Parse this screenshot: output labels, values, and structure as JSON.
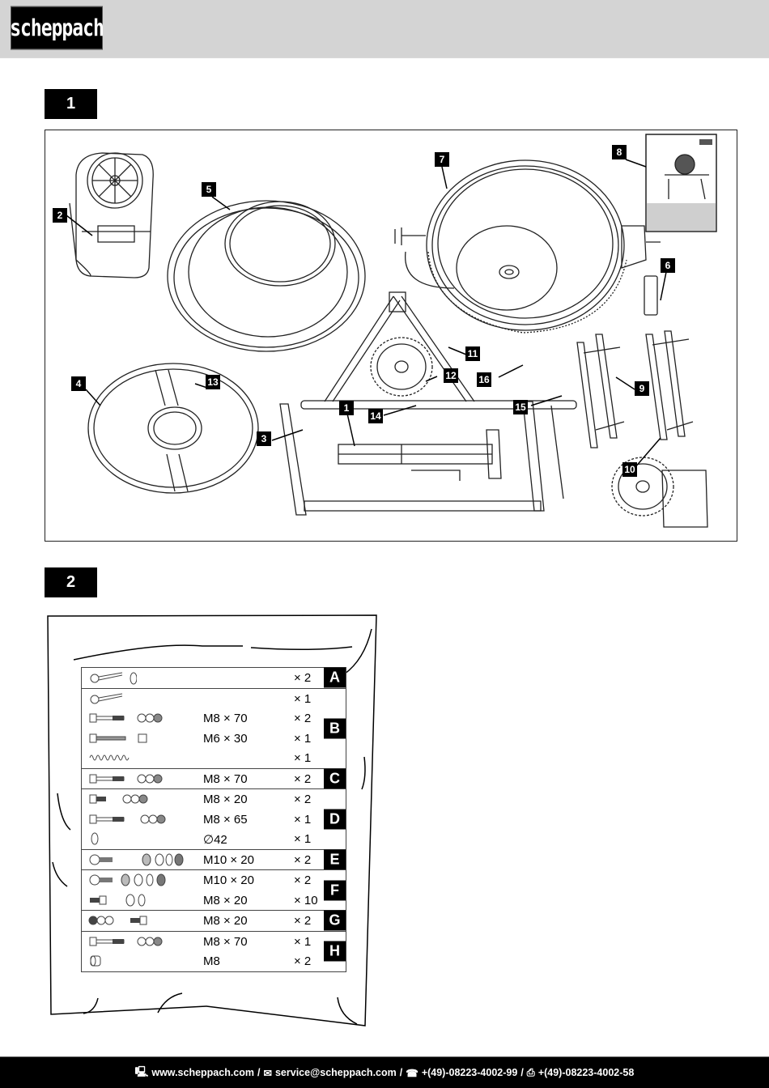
{
  "header": {
    "brand_logo": "scheppach",
    "band_color": "#d4d4d4"
  },
  "figure1": {
    "badge": "1",
    "callouts": [
      {
        "id": "1",
        "label": "1"
      },
      {
        "id": "2",
        "label": "2"
      },
      {
        "id": "3",
        "label": "3"
      },
      {
        "id": "4",
        "label": "4"
      },
      {
        "id": "5",
        "label": "5"
      },
      {
        "id": "6",
        "label": "6"
      },
      {
        "id": "7",
        "label": "7"
      },
      {
        "id": "8",
        "label": "8"
      },
      {
        "id": "9",
        "label": "9"
      },
      {
        "id": "10",
        "label": "10"
      },
      {
        "id": "11",
        "label": "11"
      },
      {
        "id": "12",
        "label": "12"
      },
      {
        "id": "13",
        "label": "13"
      },
      {
        "id": "14",
        "label": "14"
      },
      {
        "id": "15",
        "label": "15"
      },
      {
        "id": "16",
        "label": "16"
      }
    ],
    "parts_depicted": [
      "motor-housing",
      "drum-top",
      "drum-bottom",
      "drum-ring",
      "frame",
      "wheel",
      "axle",
      "manual",
      "handles",
      "hardware-bag"
    ]
  },
  "figure2": {
    "badge": "2",
    "groups": [
      {
        "letter": "A",
        "rows": [
          {
            "icons": "eye-bolt + washer",
            "spec": "",
            "qty": "× 2"
          }
        ]
      },
      {
        "letter": "B",
        "rows": [
          {
            "icons": "eye-bolt",
            "spec": "",
            "qty": "× 1"
          },
          {
            "icons": "bolt + washers + nut",
            "spec": "M8 × 70",
            "qty": "× 2"
          },
          {
            "icons": "bolt + nut",
            "spec": "M6 × 30",
            "qty": "× 1"
          },
          {
            "icons": "spring",
            "spec": "",
            "qty": "× 1"
          }
        ]
      },
      {
        "letter": "C",
        "rows": [
          {
            "icons": "bolt + washers + nut",
            "spec": "M8 × 70",
            "qty": "× 2"
          }
        ]
      },
      {
        "letter": "D",
        "rows": [
          {
            "icons": "bolt + washers + nut",
            "spec": "M8 × 20",
            "qty": "× 2"
          },
          {
            "icons": "bolt + washers + nut",
            "spec": "M8 × 65",
            "qty": "× 1"
          },
          {
            "icons": "ring",
            "spec": "∅42",
            "qty": "× 1"
          }
        ]
      },
      {
        "letter": "E",
        "rows": [
          {
            "icons": "screw + washers + nut",
            "spec": "M10 × 20",
            "qty": "× 2"
          }
        ]
      },
      {
        "letter": "F",
        "rows": [
          {
            "icons": "screw + washers + nut",
            "spec": "M10 × 20",
            "qty": "× 2"
          },
          {
            "icons": "bolt + washers",
            "spec": "M8 × 20",
            "qty": "× 10"
          }
        ]
      },
      {
        "letter": "G",
        "rows": [
          {
            "icons": "washers + bolt",
            "spec": "M8 × 20",
            "qty": "× 2"
          }
        ]
      },
      {
        "letter": "H",
        "rows": [
          {
            "icons": "bolt + washers + nut",
            "spec": "M8 × 70",
            "qty": "× 1"
          },
          {
            "icons": "nut",
            "spec": "M8",
            "qty": "× 2"
          }
        ]
      }
    ]
  },
  "footer": {
    "website_icon": "computer-icon",
    "website": "www.scheppach.com",
    "email_icon": "mail-icon",
    "email": "service@scheppach.com",
    "phone_icon": "phone-icon",
    "phone": "+(49)-08223-4002-99",
    "fax_icon": "fax-icon",
    "fax": "+(49)-08223-4002-58",
    "separator": "/"
  }
}
